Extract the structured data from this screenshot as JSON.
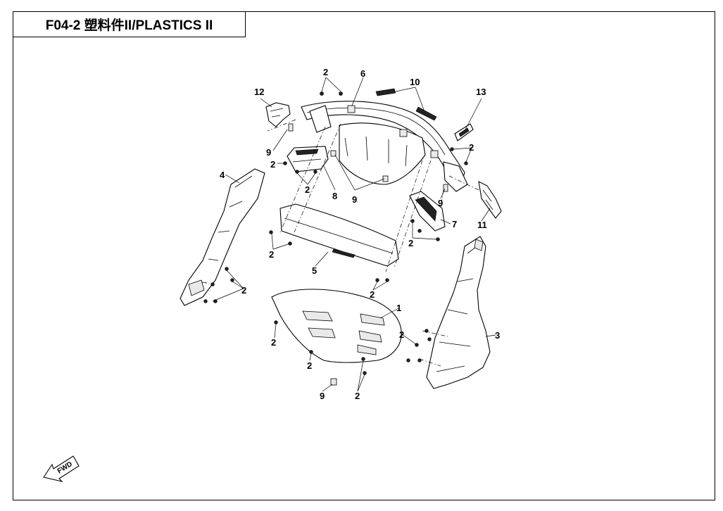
{
  "title": "F04-2  塑料件II/PLASTICS II",
  "fwd_label": "FWD",
  "callouts": [
    {
      "id": "c-2a",
      "text": "2"
    },
    {
      "id": "c-6",
      "text": "6"
    },
    {
      "id": "c-10",
      "text": "10"
    },
    {
      "id": "c-12",
      "text": "12"
    },
    {
      "id": "c-13",
      "text": "13"
    },
    {
      "id": "c-9a",
      "text": "9"
    },
    {
      "id": "c-2b",
      "text": "2"
    },
    {
      "id": "c-4",
      "text": "4"
    },
    {
      "id": "c-2c",
      "text": "2"
    },
    {
      "id": "c-2d",
      "text": "2"
    },
    {
      "id": "c-8",
      "text": "8"
    },
    {
      "id": "c-9b",
      "text": "9"
    },
    {
      "id": "c-9c",
      "text": "9"
    },
    {
      "id": "c-7",
      "text": "7"
    },
    {
      "id": "c-11",
      "text": "11"
    },
    {
      "id": "c-2e",
      "text": "2"
    },
    {
      "id": "c-2f",
      "text": "2"
    },
    {
      "id": "c-5",
      "text": "5"
    },
    {
      "id": "c-2g",
      "text": "2"
    },
    {
      "id": "c-2h",
      "text": "2"
    },
    {
      "id": "c-1",
      "text": "1"
    },
    {
      "id": "c-2i",
      "text": "2"
    },
    {
      "id": "c-3",
      "text": "3"
    },
    {
      "id": "c-2j",
      "text": "2"
    },
    {
      "id": "c-2k",
      "text": "2"
    },
    {
      "id": "c-9d",
      "text": "9"
    },
    {
      "id": "c-2l",
      "text": "2"
    }
  ]
}
